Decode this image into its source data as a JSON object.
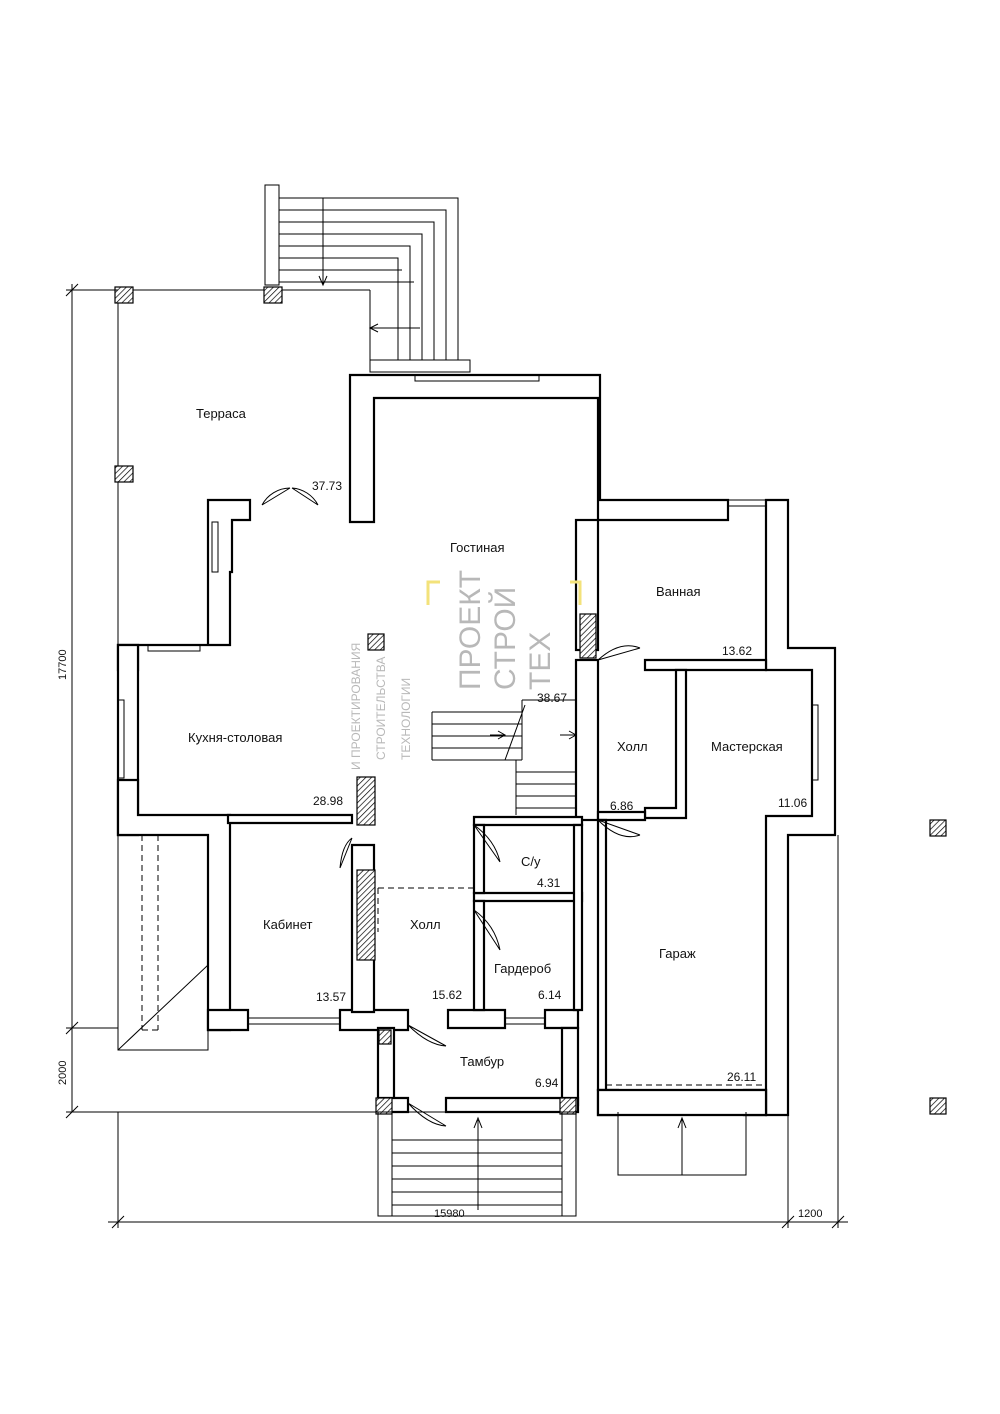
{
  "rooms": [
    {
      "name": "Терраса",
      "area": ""
    },
    {
      "name": "Гостиная",
      "area": "38.67"
    },
    {
      "name": "Ванная",
      "area": "13.62"
    },
    {
      "name": "Кухня-столовая",
      "area": "28.98"
    },
    {
      "name": "Холл",
      "area": "6.86"
    },
    {
      "name": "Мастерская",
      "area": "11.06"
    },
    {
      "name": "С/у",
      "area": "4.31"
    },
    {
      "name": "Кабинет",
      "area": "13.57"
    },
    {
      "name": "Холл",
      "area": "15.62"
    },
    {
      "name": "Гардероб",
      "area": "6.14"
    },
    {
      "name": "Гараж",
      "area": "26.11"
    },
    {
      "name": "Тамбур",
      "area": "6.94"
    }
  ],
  "terrace_area": "37.73",
  "dimensions": {
    "vertical_main": "17700",
    "vertical_porch": "2000",
    "horizontal_main": "15980",
    "horizontal_extra": "1200"
  },
  "watermark": {
    "brand_line1": "ТЕХ",
    "brand_line2": "СТРОЙ",
    "brand_line3": "ПРОЕКТ",
    "tagline1": "ТЕХНОЛОГИИ",
    "tagline2": "СТРОИТЕЛЬСТВА",
    "tagline3": "И ПРОЕКТИРОВАНИЯ",
    "accent_color": "#f3e27a"
  }
}
